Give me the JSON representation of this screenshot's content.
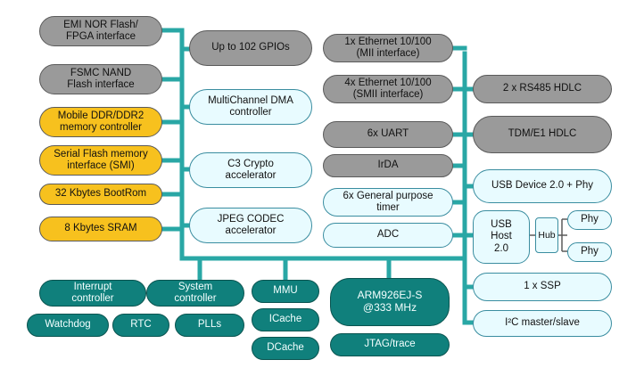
{
  "colors": {
    "bus": "#29a7a5",
    "gray_block": "#9a9a9a",
    "cyan_block": "#e8fbff",
    "yellow_block": "#f7c11e",
    "teal_block": "#10807c"
  },
  "left": {
    "emi": "EMI NOR Flash/\nFPGA interface",
    "fsmc": "FSMC NAND\nFlash interface",
    "ddr": "Mobile DDR/DDR2\nmemory controller",
    "smi": "Serial Flash memory\ninterface (SMI)",
    "bootrom": "32 Kbytes BootRom",
    "sram": "8 Kbytes SRAM"
  },
  "center": {
    "gpio": "Up to 102 GPIOs",
    "dma": "MultiChannel DMA\ncontroller",
    "crypto": "C3 Crypto\naccelerator",
    "jpeg": "JPEG CODEC\naccelerator"
  },
  "right_mid": {
    "eth_mii": "1x Ethernet 10/100\n(MII interface)",
    "eth_smii": "4x Ethernet 10/100\n(SMII interface)",
    "uart": "6x UART",
    "irda": "IrDA",
    "timer": "6x General purpose\ntimer",
    "adc": "ADC"
  },
  "right": {
    "rs485": "2 x RS485 HDLC",
    "tdm": "TDM/E1 HDLC",
    "usbdev": "USB Device 2.0 + Phy",
    "usbhost": "USB\nHost\n2.0",
    "hub": "Hub",
    "phy1": "Phy",
    "phy2": "Phy",
    "ssp": "1 x SSP",
    "i2c": "I²C master/slave"
  },
  "bottom": {
    "interrupt": "Interrupt\ncontroller",
    "sysctrl": "System\ncontroller",
    "watchdog": "Watchdog",
    "rtc": "RTC",
    "plls": "PLLs",
    "mmu": "MMU",
    "icache": "ICache",
    "dcache": "DCache",
    "arm": "ARM926EJ-S\n@333 MHz",
    "jtag": "JTAG/trace"
  }
}
